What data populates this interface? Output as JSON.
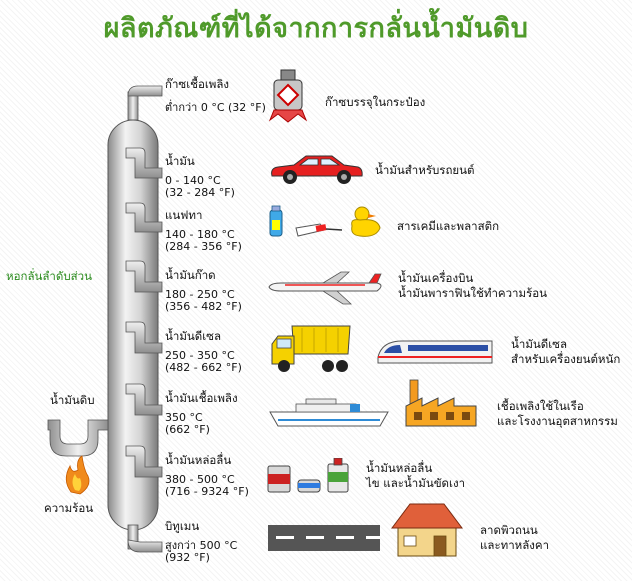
{
  "title": "ผลิตภัณฑ์ที่ได้จากการกลั่นน้ำมันดิบ",
  "labels": {
    "column": "หอกลั่นลำดับส่วน",
    "crude": "น้ำมันดิบ",
    "heat": "ความร้อน"
  },
  "fractions": [
    {
      "name": "ก๊าซเชื้อเพลิง",
      "temp_c": "ต่ำกว่า 0 °C (32 °F)",
      "temp_f": "",
      "product": [
        "ก๊าซบรรจุในกระป๋อง"
      ],
      "icon": "gas-canister-icon"
    },
    {
      "name": "น้ำมัน",
      "temp_c": "0 - 140 °C",
      "temp_f": "(32 - 284 °F)",
      "product": [
        "น้ำมันสำหรับรถยนต์"
      ],
      "icon": "car-icon"
    },
    {
      "name": "แนฟทา",
      "temp_c": "140 - 180 °C",
      "temp_f": "(284 - 356 °F)",
      "product": [
        "สารเคมีและพลาสติก"
      ],
      "icon": "chemicals-plastics-icon"
    },
    {
      "name": "น้ำมันก๊าด",
      "temp_c": "180 - 250 °C",
      "temp_f": "(356 - 482 °F)",
      "product": [
        "น้ำมันเครื่องบิน",
        "น้ำมันพาราฟินใช้ทำความร้อน"
      ],
      "icon": "airplane-icon"
    },
    {
      "name": "น้ำมันดีเซล",
      "temp_c": "250 - 350 °C",
      "temp_f": "(482 - 662 °F)",
      "product": [
        "น้ำมันดีเซล",
        "สำหรับเครื่องยนต์หนัก"
      ],
      "icon": "truck-train-icon"
    },
    {
      "name": "น้ำมันเชื้อเพลิง",
      "temp_c": "350 °C",
      "temp_f": "(662 °F)",
      "product": [
        "เชื้อเพลิงใช้ในเรือ",
        "และโรงงานอุตสาหกรรม"
      ],
      "icon": "ship-factory-icon"
    },
    {
      "name": "น้ำมันหล่อลื่น",
      "temp_c": "380 - 500 °C",
      "temp_f": "(716 - 9324 °F)",
      "product": [
        "น้ำมันหล่อลื่น",
        "ไข และน้ำมันขัดเงา"
      ],
      "icon": "lubricant-cans-icon"
    },
    {
      "name": "บิทูเมน",
      "temp_c": "สูงกว่า 500 °C",
      "temp_f": "(932 °F)",
      "product": [
        "ลาดพิวถนน",
        "และทาหลังคา"
      ],
      "icon": "road-house-icon"
    }
  ],
  "colors": {
    "title": "#4f9a2a",
    "column_label": "#2c8c1f",
    "pipe": "#b9b9b9"
  }
}
